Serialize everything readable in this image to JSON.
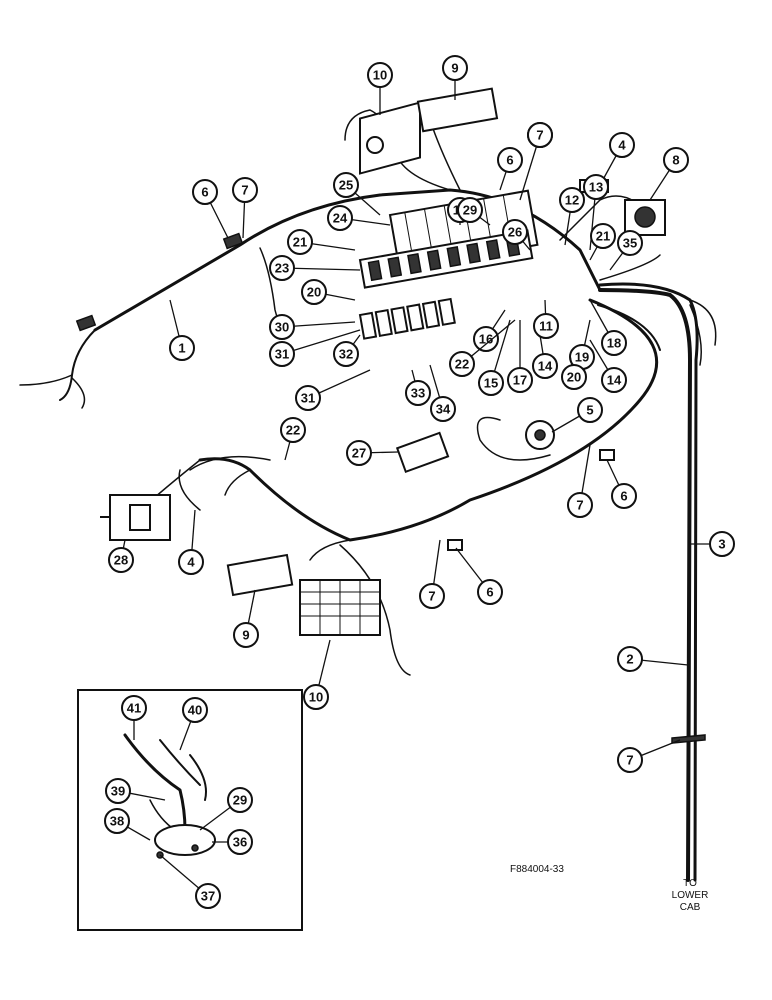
{
  "figure_code": "F884004-33",
  "to_label": [
    "TO",
    "LOWER",
    "CAB"
  ],
  "callouts": [
    {
      "n": "10"
    },
    {
      "n": "9"
    },
    {
      "n": "7"
    },
    {
      "n": "4"
    },
    {
      "n": "8"
    },
    {
      "n": "6"
    },
    {
      "n": "7"
    },
    {
      "n": "25"
    },
    {
      "n": "16"
    },
    {
      "n": "29"
    },
    {
      "n": "26"
    },
    {
      "n": "12"
    },
    {
      "n": "13"
    },
    {
      "n": "21"
    },
    {
      "n": "35"
    },
    {
      "n": "24"
    },
    {
      "n": "21"
    },
    {
      "n": "23"
    },
    {
      "n": "20"
    },
    {
      "n": "6"
    },
    {
      "n": "7"
    },
    {
      "n": "30"
    },
    {
      "n": "1"
    },
    {
      "n": "31"
    },
    {
      "n": "32"
    },
    {
      "n": "31"
    },
    {
      "n": "33"
    },
    {
      "n": "34"
    },
    {
      "n": "16"
    },
    {
      "n": "15"
    },
    {
      "n": "17"
    },
    {
      "n": "14"
    },
    {
      "n": "11"
    },
    {
      "n": "18"
    },
    {
      "n": "19"
    },
    {
      "n": "20"
    },
    {
      "n": "14"
    },
    {
      "n": "22"
    },
    {
      "n": "22"
    },
    {
      "n": "27"
    },
    {
      "n": "5"
    },
    {
      "n": "7"
    },
    {
      "n": "6"
    },
    {
      "n": "28"
    },
    {
      "n": "4"
    },
    {
      "n": "3"
    },
    {
      "n": "9"
    },
    {
      "n": "7"
    },
    {
      "n": "6"
    },
    {
      "n": "10"
    },
    {
      "n": "2"
    },
    {
      "n": "7"
    },
    {
      "n": "41"
    },
    {
      "n": "40"
    },
    {
      "n": "39"
    },
    {
      "n": "29"
    },
    {
      "n": "38"
    },
    {
      "n": "36"
    },
    {
      "n": "37"
    }
  ]
}
